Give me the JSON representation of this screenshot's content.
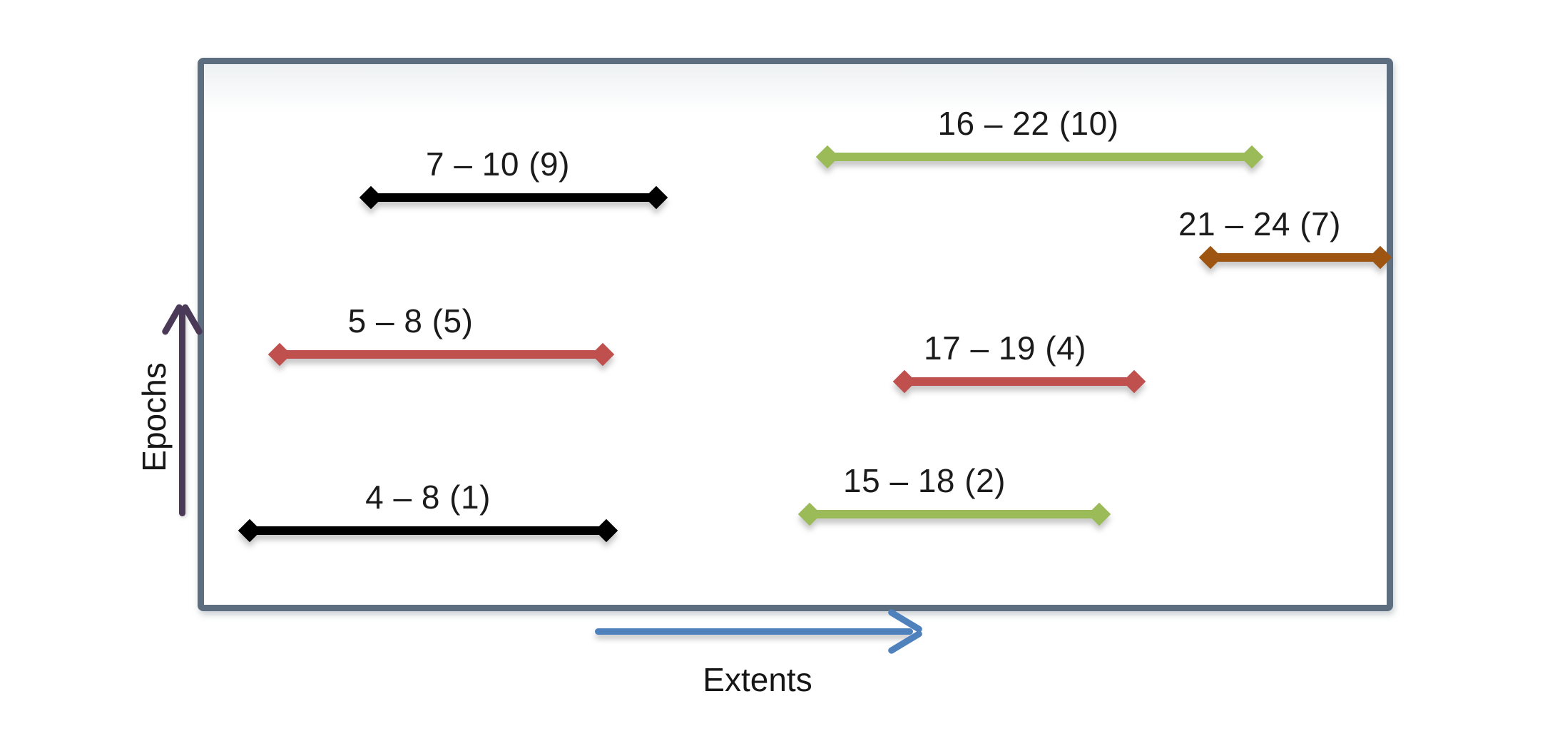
{
  "diagram": {
    "y_axis_label": "Epochs",
    "x_axis_label": "Extents",
    "segments": [
      {
        "label": "7 – 10 (9)",
        "range_start": 7,
        "range_end": 10,
        "ref_number": 9,
        "color": "#000000",
        "color_name": "black"
      },
      {
        "label": "16 – 22 (10)",
        "range_start": 16,
        "range_end": 22,
        "ref_number": 10,
        "color": "#9bbb59",
        "color_name": "green"
      },
      {
        "label": "21 – 24 (7)",
        "range_start": 21,
        "range_end": 24,
        "ref_number": 7,
        "color": "#9e5511",
        "color_name": "brown"
      },
      {
        "label": "5 – 8 (5)",
        "range_start": 5,
        "range_end": 8,
        "ref_number": 5,
        "color": "#c0504d",
        "color_name": "red"
      },
      {
        "label": "17 – 19 (4)",
        "range_start": 17,
        "range_end": 19,
        "ref_number": 4,
        "color": "#c0504d",
        "color_name": "red"
      },
      {
        "label": "4 – 8 (1)",
        "range_start": 4,
        "range_end": 8,
        "ref_number": 1,
        "color": "#000000",
        "color_name": "black"
      },
      {
        "label": "15 – 18 (2)",
        "range_start": 15,
        "range_end": 18,
        "ref_number": 2,
        "color": "#9bbb59",
        "color_name": "green"
      }
    ],
    "colors": {
      "frame_border": "#5d6e80",
      "epochs_arrow": "#4a3a57",
      "extents_arrow": "#4f81bd"
    }
  }
}
